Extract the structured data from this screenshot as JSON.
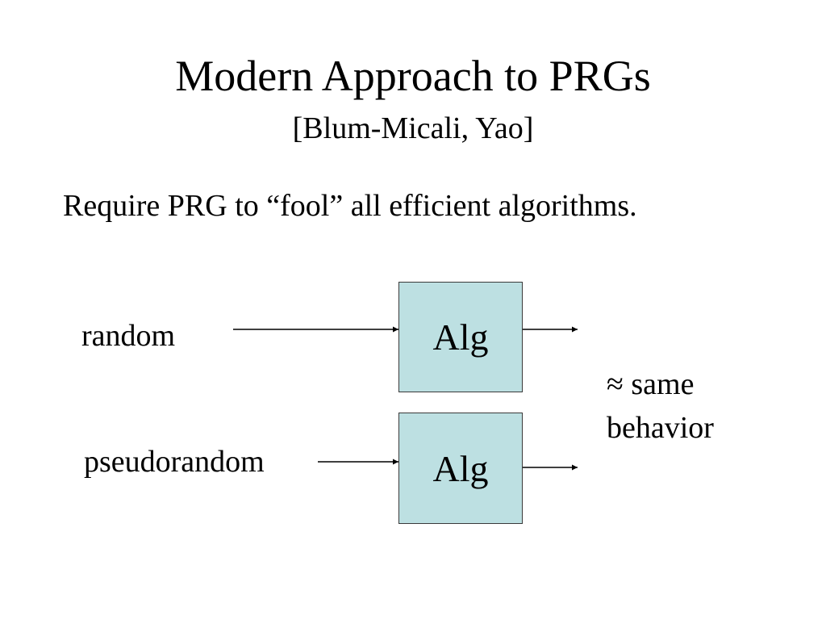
{
  "slide": {
    "title": "Modern Approach to PRGs",
    "subtitle": "[Blum-Micali, Yao]",
    "statement": "Require PRG to “fool” all efficient algorithms."
  },
  "diagram": {
    "input_top": "random",
    "input_bottom": "pseudorandom",
    "box_top": "Alg",
    "box_bottom": "Alg",
    "conclusion_line1": "≈ same",
    "conclusion_line2": "behavior",
    "colors": {
      "box_fill": "#bde0e2",
      "box_border": "#3a3a3a",
      "arrow": "#000000"
    }
  }
}
